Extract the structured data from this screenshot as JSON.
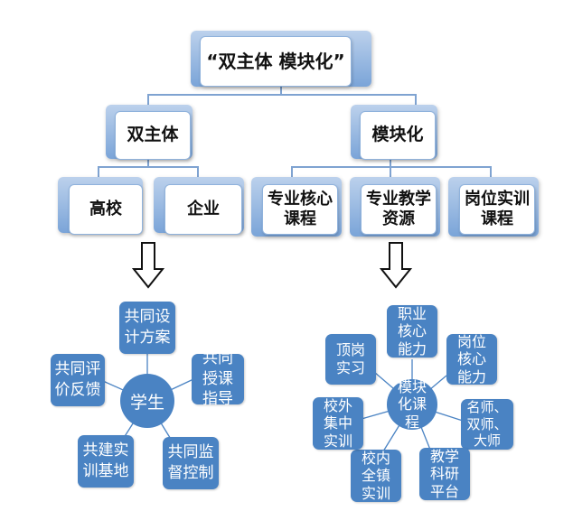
{
  "title": "“双主体 模块化”",
  "level1": {
    "left": "双主体",
    "right": "模块化"
  },
  "level2": [
    "高校",
    "企业",
    "专业核心课程",
    "专业教学资源",
    "岗位实训课程"
  ],
  "left_cluster": {
    "hub": "学生",
    "nodes": [
      "共同设计方案",
      "共同授课指导",
      "共同监督控制",
      "共建实训基地",
      "共同评价反馈"
    ]
  },
  "right_cluster": {
    "hub": "模块化课程",
    "nodes": [
      "职业核心能力",
      "岗位核心能力",
      "名师、双师、大师",
      "教学科研平台",
      "校内全镇实训",
      "校外集中实训",
      "顶岗实习"
    ]
  },
  "colors": {
    "node_fill": "#4a83c3",
    "box_shadow_fill": "#7aa4d8",
    "connector": "#7fa3d1"
  }
}
